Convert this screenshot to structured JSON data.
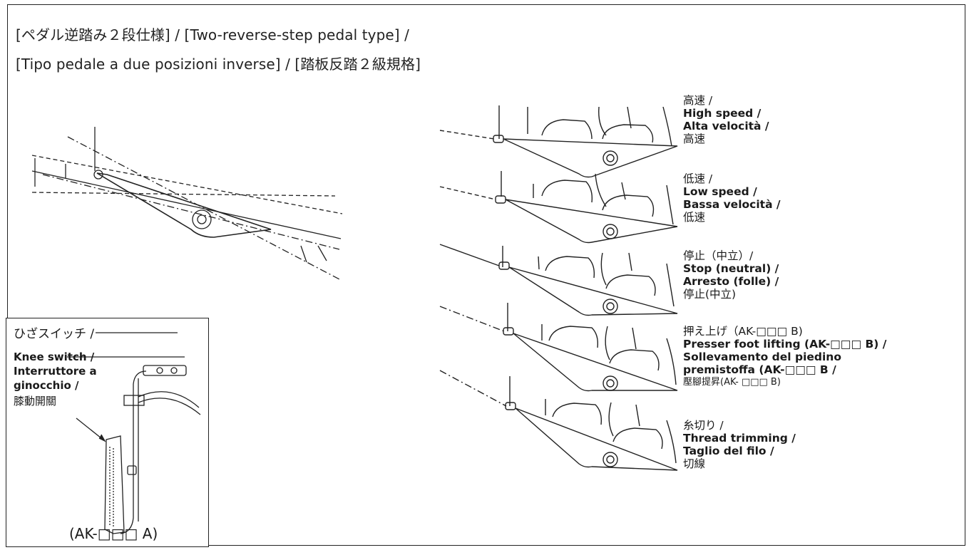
{
  "title": {
    "line1": "[ペダル逆踏み２段仕様]  / [Two-reverse-step pedal type] /",
    "line2": "[Tipo pedale a due posizioni inverse] / [踏板反踏２級規格]"
  },
  "states": [
    {
      "lines": [
        "高速 /",
        "High speed /",
        "Alta velocità /",
        "高速"
      ]
    },
    {
      "lines": [
        "低速 /",
        "Low speed /",
        "Bassa velocità /",
        "低速"
      ]
    },
    {
      "lines": [
        "停止（中立）/",
        "Stop (neutral) /",
        "Arresto (folle) /",
        "停止(中立)"
      ]
    },
    {
      "lines": [
        "押え上げ（AK-□□□ B)",
        "Presser foot lifting (AK-□□□ B) /",
        "Sollevamento del piedino",
        "premistoffa (AK-□□□ B /",
        "壓腳提昇(AK- □□□ B)"
      ]
    },
    {
      "lines": [
        "糸切り /",
        "Thread trimming /",
        "Taglio del filo /",
        "切線"
      ]
    }
  ],
  "knee_switch": {
    "lines": [
      "ひざスイッチ /",
      "Knee switch /",
      "Interruttore a",
      "ginocchio /",
      "膝動開關"
    ],
    "model_code": "(AK-□□□ A)"
  }
}
